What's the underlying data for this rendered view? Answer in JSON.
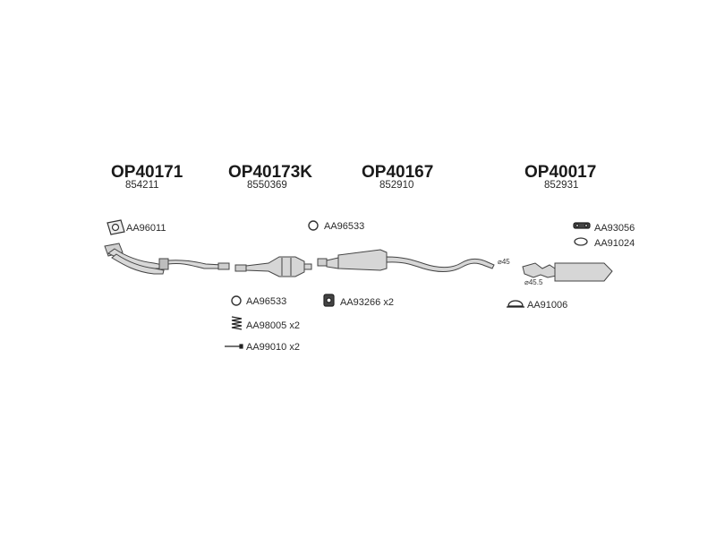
{
  "groups": [
    {
      "code": "OP40171",
      "number": "854211"
    },
    {
      "code": "OP40173K",
      "number": "8550369"
    },
    {
      "code": "OP40167",
      "number": "852910"
    },
    {
      "code": "OP40017",
      "number": "852931"
    }
  ],
  "accessories": {
    "g1_gasket": "AA96011",
    "g2_ring": "AA96533",
    "g2_spring": "AA98005 x2",
    "g2_bolt": "AA99010 x2",
    "g3_ring_top": "AA96533",
    "g3_mount": "AA93266 x2",
    "g4_hanger": "AA93056",
    "g4_ring": "AA91024",
    "g4_clamp": "AA91006"
  },
  "diameters": {
    "d1": "⌀45",
    "d2": "⌀45.5"
  },
  "icons": {
    "gasket": "gasket-icon",
    "ring": "o-ring-icon",
    "spring": "spring-icon",
    "bolt": "bolt-icon",
    "mount": "rubber-mount-icon",
    "hanger": "hanger-icon",
    "clamp": "clamp-icon"
  }
}
